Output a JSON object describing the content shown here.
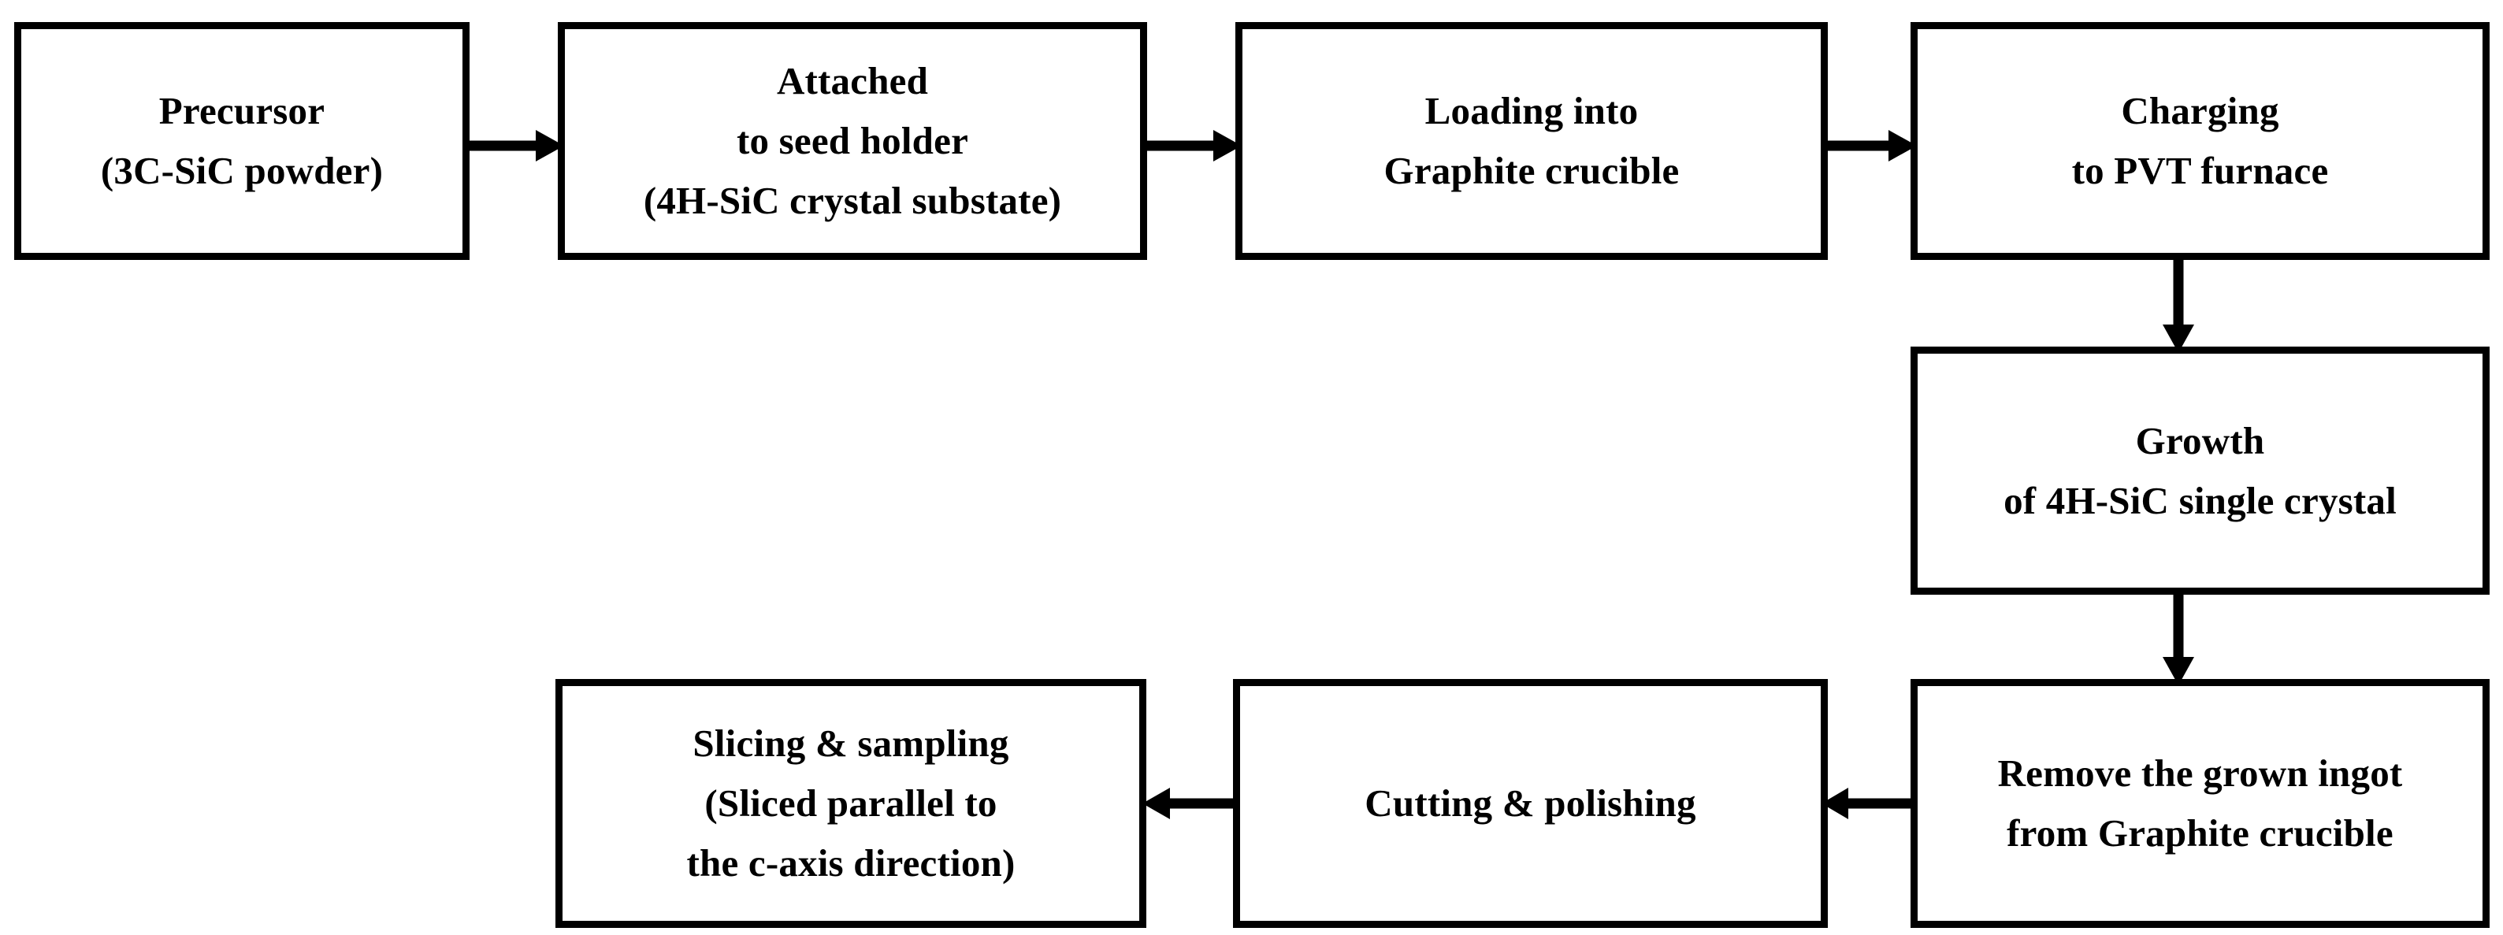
{
  "diagram": {
    "title": "4H-SiC single crystal PVT growth process flowchart",
    "background_color": "#ffffff",
    "line_color": "#000000",
    "text_color": "#000000",
    "nodes": [
      {
        "id": "precursor",
        "label": "Precursor\n(3C-SiC powder)",
        "shape": "rectangle"
      },
      {
        "id": "attached",
        "label": "Attached\nto seed holder\n(4H-SiC crystal substate)",
        "shape": "rectangle"
      },
      {
        "id": "loading",
        "label": "Loading into\nGraphite crucible",
        "shape": "rectangle"
      },
      {
        "id": "charging",
        "label": "Charging\nto PVT furnace",
        "shape": "rectangle"
      },
      {
        "id": "growth",
        "label": "Growth\nof 4H-SiC single crystal",
        "shape": "rectangle"
      },
      {
        "id": "remove",
        "label": "Remove the grown ingot\nfrom Graphite crucible",
        "shape": "rectangle"
      },
      {
        "id": "cutting",
        "label": "Cutting & polishing",
        "shape": "rectangle"
      },
      {
        "id": "slicing",
        "label": "Slicing & sampling\n(Sliced parallel  to\nthe c-axis direction)",
        "shape": "rectangle"
      }
    ],
    "edges": [
      {
        "id": "edge-1-2",
        "from": "precursor",
        "to": "attached",
        "direction": "right"
      },
      {
        "id": "edge-2-3",
        "from": "attached",
        "to": "loading",
        "direction": "right"
      },
      {
        "id": "edge-3-4",
        "from": "loading",
        "to": "charging",
        "direction": "right"
      },
      {
        "id": "edge-4-5",
        "from": "charging",
        "to": "growth",
        "direction": "down"
      },
      {
        "id": "edge-5-6",
        "from": "growth",
        "to": "remove",
        "direction": "down"
      },
      {
        "id": "edge-6-7",
        "from": "remove",
        "to": "cutting",
        "direction": "left"
      },
      {
        "id": "edge-7-8",
        "from": "cutting",
        "to": "slicing",
        "direction": "left"
      }
    ]
  }
}
